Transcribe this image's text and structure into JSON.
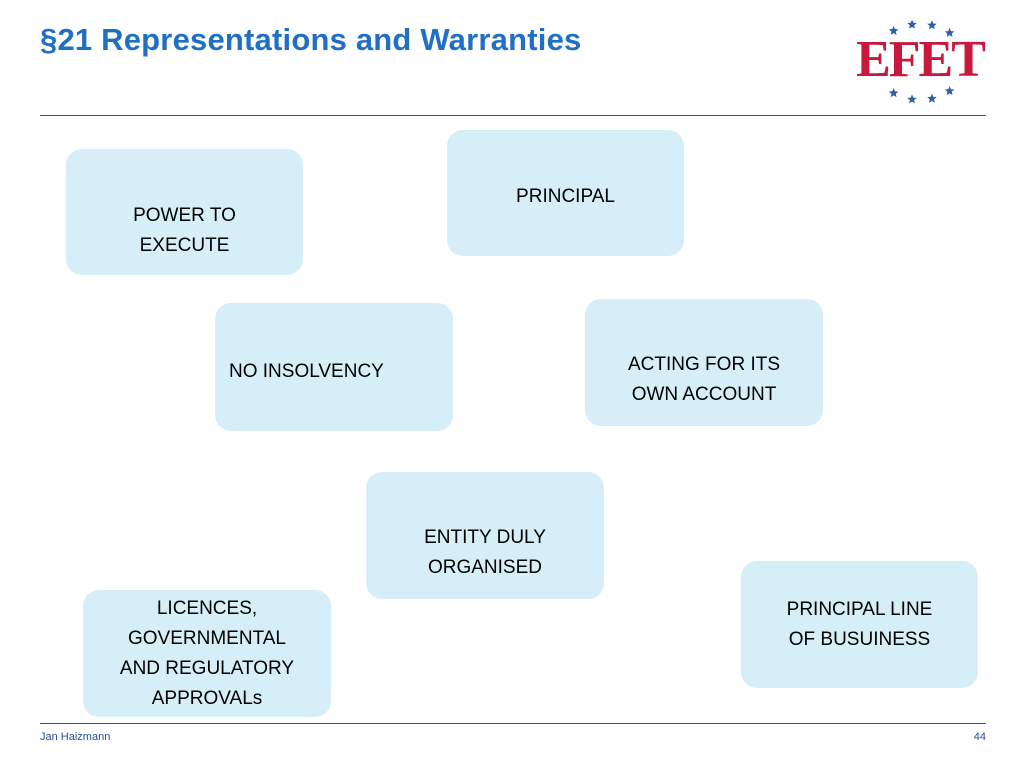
{
  "slide": {
    "title": "§21 Representations and Warranties",
    "logo_text": "EFET",
    "logo_star_color": "#2e5fa8",
    "logo_text_color": "#c8193c",
    "accent_line_color": "#c8193c",
    "box_color": "#d6eef7"
  },
  "boxes": {
    "principal": "PRINCIPAL",
    "power": "POWER TO\nEXECUTE",
    "no_insolvency": "NO INSOLVENCY",
    "acting": "ACTING FOR ITS\nOWN ACCOUNT",
    "entity": "ENTITY DULY\nORGANISED",
    "licences": "LICENCES,\nGOVERNMENTAL\nAND REGULATORY\nAPPROVALs",
    "principal_line": "PRINCIPAL LINE\nOF BUSUINESS"
  },
  "footer": {
    "author": "Jan Haizmann",
    "page_number": "44"
  }
}
